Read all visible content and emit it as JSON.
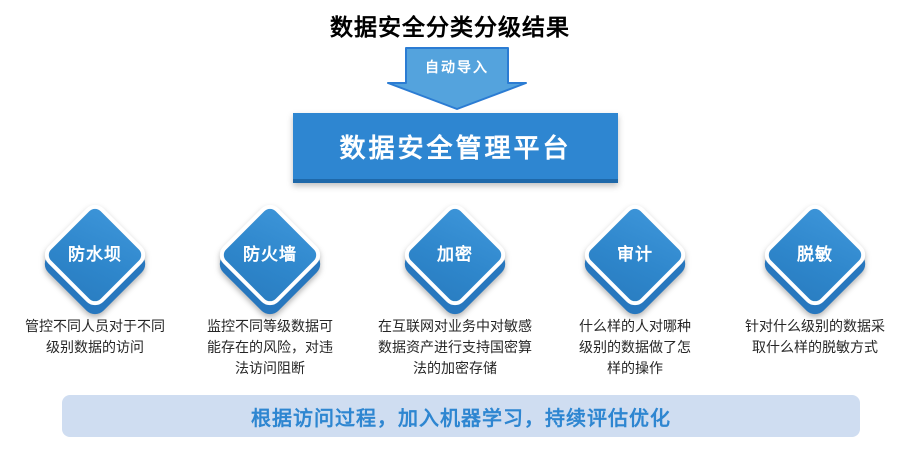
{
  "title": "数据安全分类分级结果",
  "flow": {
    "arrow_icon": "down-arrow-icon",
    "arrow_label": "自动导入"
  },
  "platform": {
    "label": "数据安全管理平台"
  },
  "modules": [
    {
      "label": "防水坝",
      "description": "管控不同人员对于不同\n级别数据的访问"
    },
    {
      "label": "防火墙",
      "description": "监控不同等级数据可\n能存在的风险，对违\n法访问阻断"
    },
    {
      "label": "加密",
      "description": "在互联网对业务中对敏感\n数据资产进行支持国密算\n法的加密存储"
    },
    {
      "label": "审计",
      "description": "什么样的人对哪种\n级别的数据做了怎\n样的操作"
    },
    {
      "label": "脱敏",
      "description": "针对什么级别的数据采\n取什么样的脱敏方式"
    }
  ],
  "footer": {
    "label": "根据访问过程，加入机器学习，持续评估优化"
  },
  "colors": {
    "primary_blue": "#2E86D1",
    "platform_border_bottom": "#1E68A9",
    "diamond_blue": "#2E86CB",
    "diamond_back_blue": "#2777BE",
    "arrow_fill": "#54A3DD",
    "arrow_stroke": "#2B7CD3",
    "footer_bg": "#CFDDF1",
    "footer_text": "#2E86D1",
    "description_text": "#262626",
    "title_text": "#000000"
  }
}
